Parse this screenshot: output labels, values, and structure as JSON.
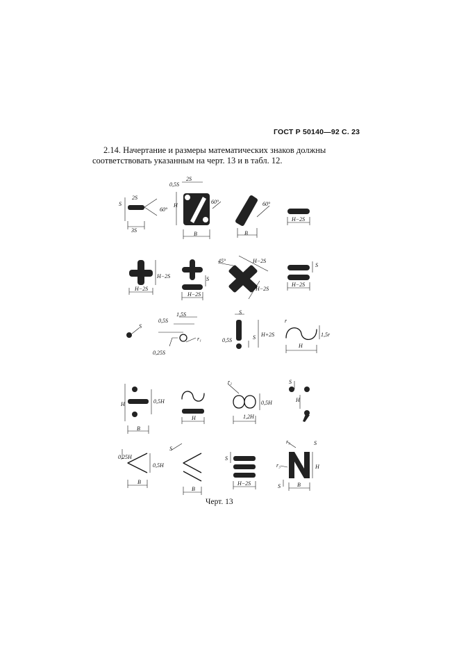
{
  "header": {
    "text": "ГОСТ Р 50140—92 С. 23"
  },
  "paragraph": {
    "line1": "2.14. Начертание и размеры математических знаков должны",
    "line2": "соответствовать указанным на черт. 13 и в табл. 12."
  },
  "figure": {
    "caption": "Черт. 13",
    "labels": {
      "s": "S",
      "s2": "2S",
      "s3": "3S",
      "s05": "0,5S",
      "s15": "1,5S",
      "s025": "0,25S",
      "h": "H",
      "b": "B",
      "h2s": "H−2S",
      "hp2s": "H+2S",
      "h05": "0,5H",
      "h025": "0,25H",
      "h12": "1,2H",
      "h15": "1,5r",
      "a60": "60°",
      "a45": "45°",
      "r": "r",
      "r1": "r₁",
      "r2": "r₂",
      "r3": "r₃"
    }
  }
}
